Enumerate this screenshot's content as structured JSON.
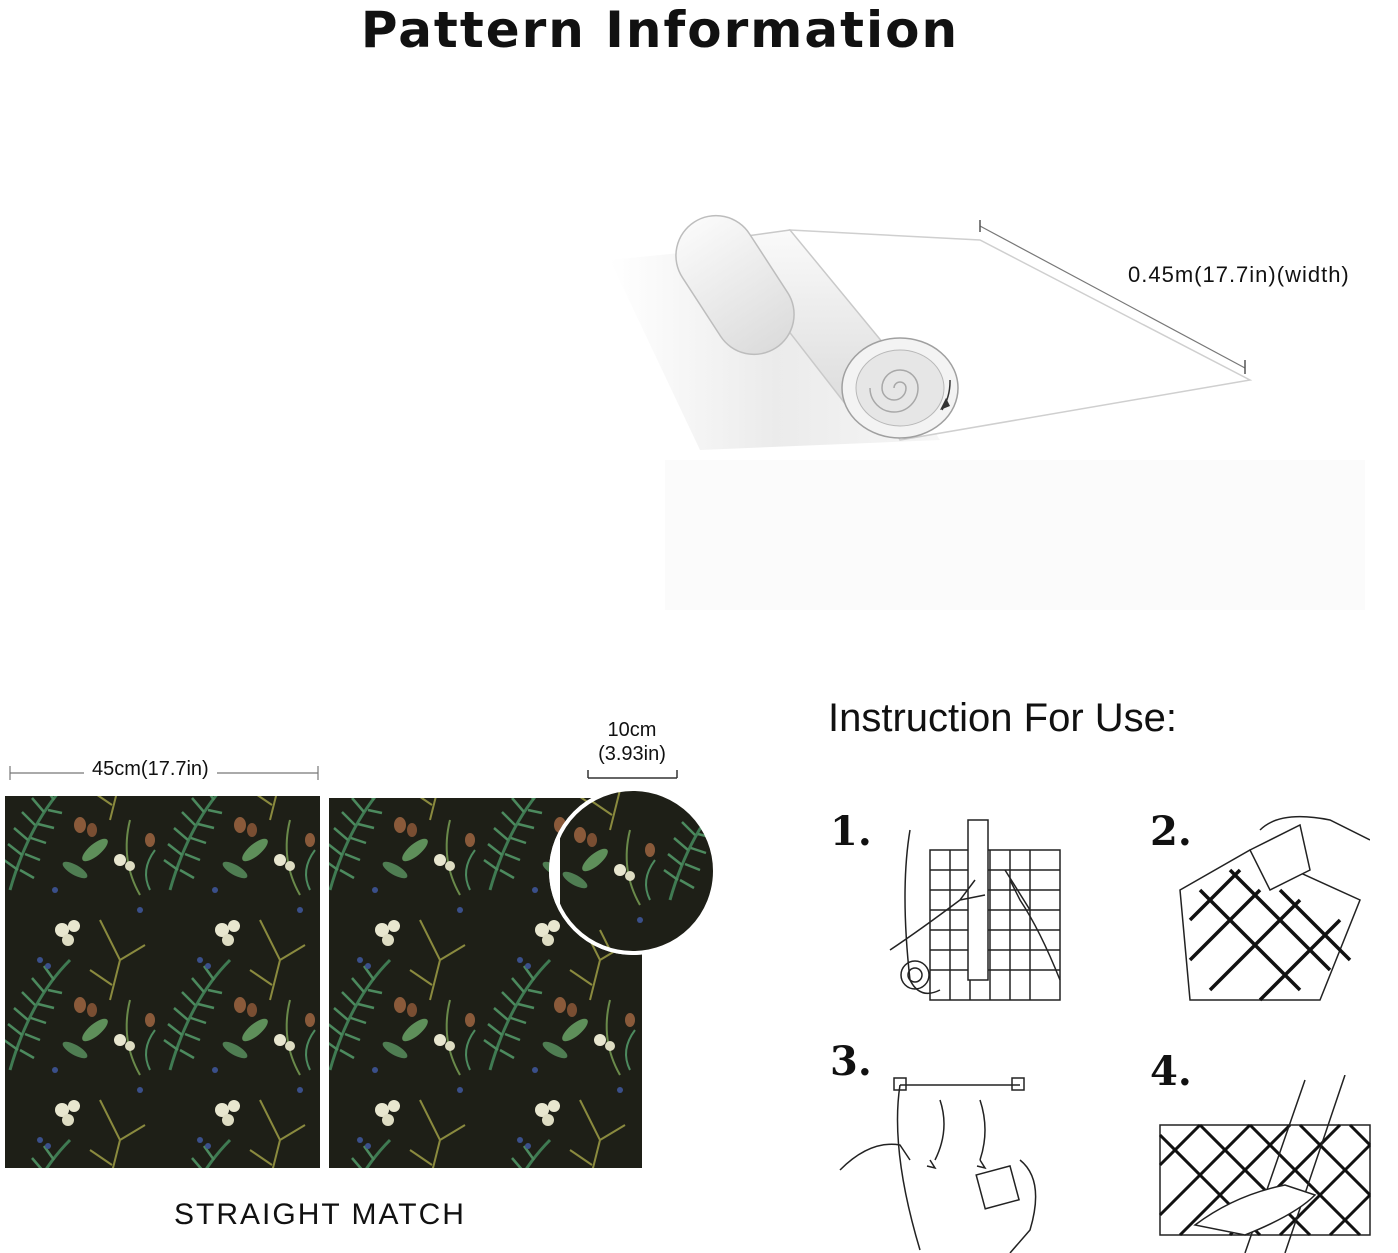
{
  "header": {
    "title": "Pattern Information"
  },
  "roll": {
    "width_label": "0.45m(17.7in)(width)"
  },
  "pattern": {
    "panel_width_label": "45cm(17.7in)",
    "repeat_label_line1": "10cm",
    "repeat_label_line2": "(3.93in)",
    "match_type": "STRAIGHT MATCH",
    "colors": {
      "background": "#1e1f17",
      "fern": "#3f7a52",
      "branch": "#8a8a3e",
      "berry": "#e8e6cf",
      "cone": "#8a5a3a",
      "blue": "#3a4f8a"
    }
  },
  "instructions": {
    "title": "Instruction For Use:",
    "steps": [
      {
        "number": "1.",
        "icon": "measure-cut-icon"
      },
      {
        "number": "2.",
        "icon": "peel-backing-icon"
      },
      {
        "number": "3.",
        "icon": "apply-smooth-icon"
      },
      {
        "number": "4.",
        "icon": "press-flat-icon"
      }
    ]
  }
}
